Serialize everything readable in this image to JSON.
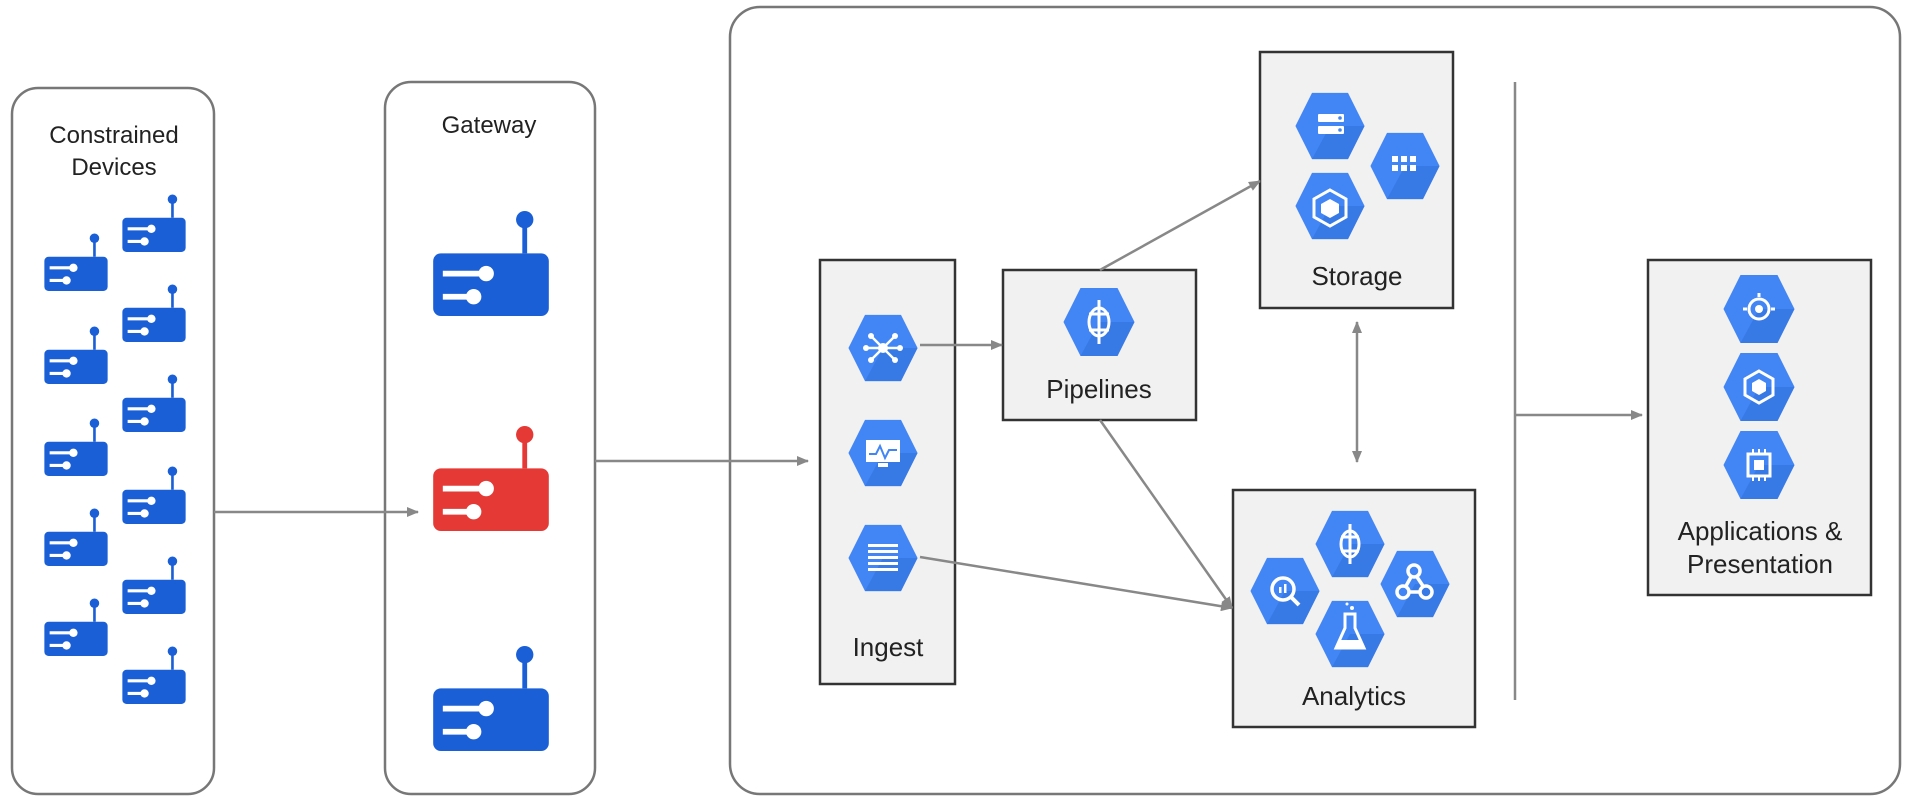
{
  "groups": {
    "constrained_devices": {
      "title_line1": "Constrained",
      "title_line2": "Devices"
    },
    "gateway": {
      "title": "Gateway"
    }
  },
  "boxes": {
    "ingest": {
      "label": "Ingest"
    },
    "pipelines": {
      "label": "Pipelines"
    },
    "storage": {
      "label": "Storage"
    },
    "analytics": {
      "label": "Analytics"
    },
    "applications": {
      "label_line1": "Applications &",
      "label_line2": "Presentation"
    }
  },
  "colors": {
    "device_blue": "#1a5fd6",
    "device_red": "#e53935",
    "hex_blue": "#4285f4",
    "box_fill": "#f1f1f1",
    "box_stroke": "#333333",
    "arrow": "#888888"
  },
  "icons": {
    "ingest": [
      "hub-icon",
      "monitor-icon",
      "list-icon"
    ],
    "pipelines": [
      "dataflow-icon"
    ],
    "storage": [
      "bigtable-icon",
      "storage-icon",
      "datastore-icon"
    ],
    "analytics": [
      "dataflow-icon",
      "bigquery-icon",
      "datalab-icon",
      "dataproc-icon"
    ],
    "applications": [
      "app-engine-icon",
      "container-icon",
      "compute-icon"
    ]
  }
}
